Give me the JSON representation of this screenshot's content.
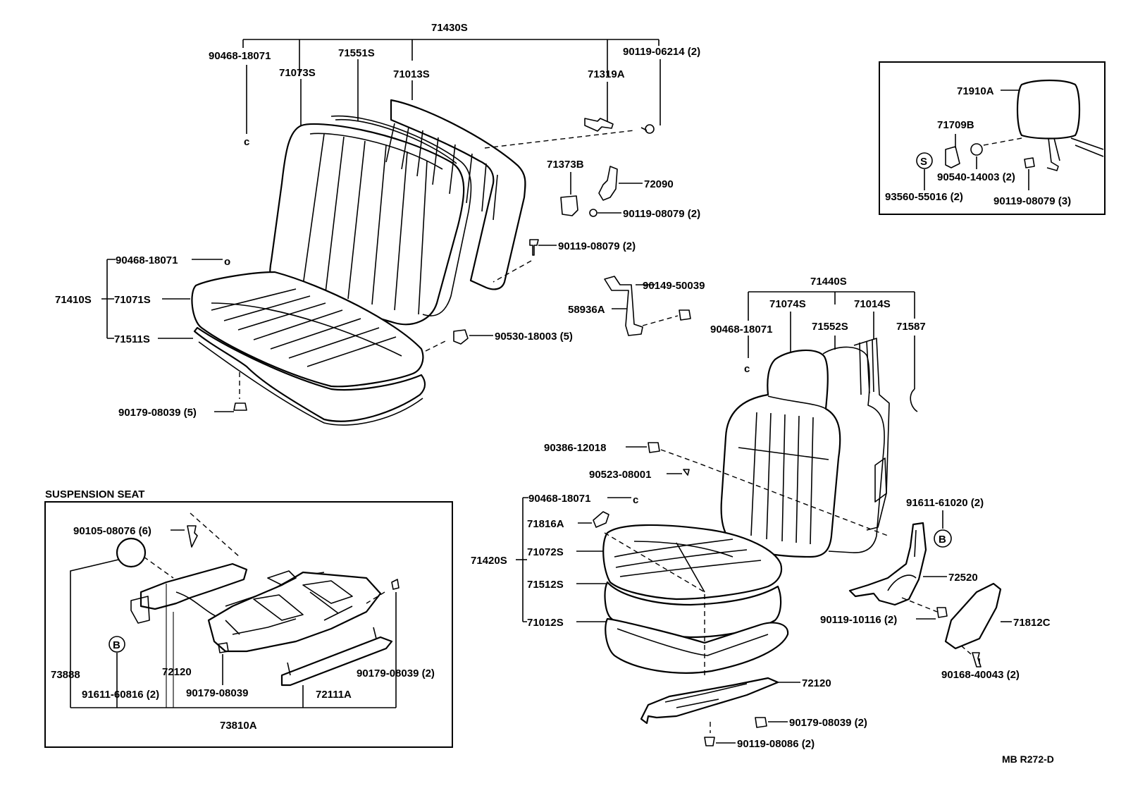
{
  "labels": {
    "assy_71430S": "71430S",
    "p_90468_top": "90468-18071",
    "p_71073S": "71073S",
    "p_71551S": "71551S",
    "p_71013S": "71013S",
    "p_71319A": "71319A",
    "p_90119_06214": "90119-06214 (2)",
    "p_71373B": "71373B",
    "p_72090": "72090",
    "p_90119_08079_a": "90119-08079 (2)",
    "p_90119_08079_b": "90119-08079 (2)",
    "p_90468_mid": "90468-18071",
    "p_71410S": "71410S",
    "p_71071S": "71071S",
    "p_71511S": "71511S",
    "p_90530": "90530-18003 (5)",
    "p_90179_a": "90179-08039 (5)",
    "p_90149": "90149-50039",
    "p_58936A": "58936A",
    "assy_71440S": "71440S",
    "p_71074S": "71074S",
    "p_71014S": "71014S",
    "p_90468_right": "90468-18071",
    "p_71552S": "71552S",
    "p_71587": "71587",
    "p_90386": "90386-12018",
    "p_90523": "90523-08001",
    "p_90468_low": "90468-18071",
    "p_71816A": "71816A",
    "p_71420S": "71420S",
    "p_71072S": "71072S",
    "p_71512S": "71512S",
    "p_71012S": "71012S",
    "p_91611_61020": "91611-61020 (2)",
    "p_72520": "72520",
    "p_90119_10116": "90119-10116 (2)",
    "p_71812C": "71812C",
    "p_90168": "90168-40043 (2)",
    "p_72120_right": "72120",
    "p_90179_right": "90179-08039 (2)",
    "p_90119_08086": "90119-08086 (2)",
    "p_71910A": "71910A",
    "p_71709B": "71709B",
    "p_90540": "90540-14003 (2)",
    "p_93560": "93560-55016 (2)",
    "p_90119_08079_c": "90119-08079 (3)",
    "circ_s": "S",
    "susp_title": "SUSPENSION SEAT",
    "p_90105": "90105-08076 (6)",
    "circ_b_left": "B",
    "circ_b_right": "B",
    "p_73888": "73888",
    "p_72120_left": "72120",
    "p_91611_60816": "91611-60816 (2)",
    "p_90179_susp": "90179-08039",
    "p_72111A": "72111A",
    "p_90179_susp2": "90179-08039 (2)",
    "p_73810A": "73810A",
    "catalog_code": "MB R272-D"
  }
}
